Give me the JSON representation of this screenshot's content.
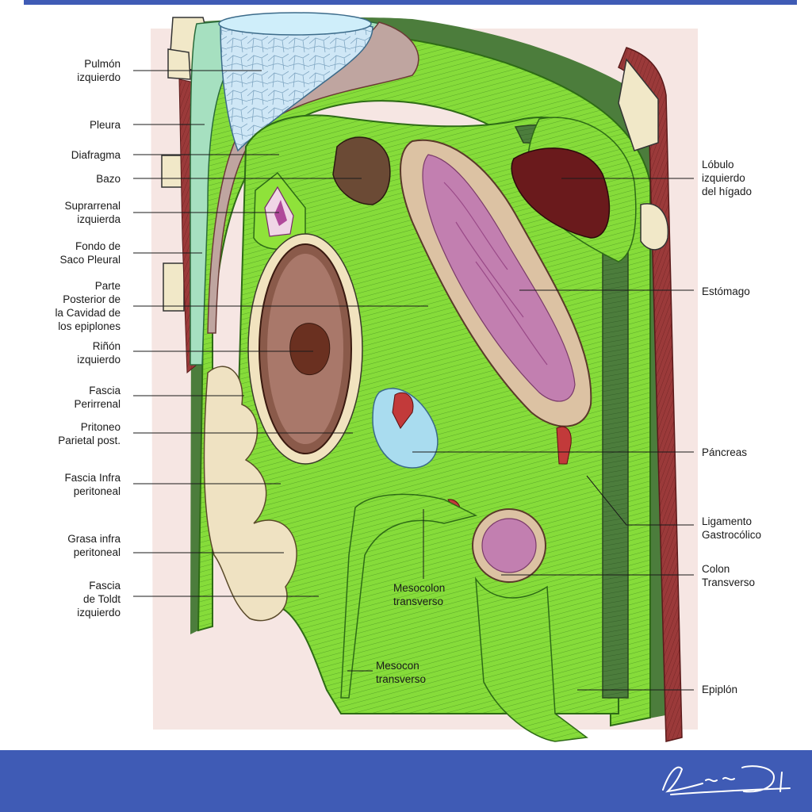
{
  "colors": {
    "frame_blue": "#3f5bb5",
    "fascia_green": "#8fe23a",
    "fascia_dark_green": "#4c7d3c",
    "muscle_red": "#9b3a3a",
    "kidney_brown": "#8a5a4a",
    "stomach_pink": "#c27fb0",
    "fat_cream": "#efe2c2",
    "lung_blue": "#c9e4f4",
    "pancreas_blue": "#a9dcef",
    "liver_maroon": "#6a1a1c",
    "spleen_brown": "#6b4a35"
  },
  "labels_left": [
    "Pulmón\nizquierdo",
    "Pleura",
    "Diafragma",
    "Bazo",
    "Suprarrenal\nizquierda",
    "Fondo de\nSaco Pleural",
    "Parte\nPosterior de\nla Cavidad de\nlos epiplones",
    "Riñón\nizquierdo",
    "Fascia\nPerirrenal",
    "Pritoneo\nParietal post.",
    "Fascia Infra\nperitoneal",
    "Grasa infra\nperitoneal",
    "Fascia\nde Toldt\nizquierdo"
  ],
  "labels_right": [
    "Lóbulo\nizquierdo\ndel hígado",
    "Estómago",
    "Páncreas",
    "Ligamento\nGastrocólico",
    "Colon\nTransverso",
    "Epiplón"
  ],
  "labels_center": [
    "Mesocolon\ntransverso",
    "Mesocon\ntransverso"
  ],
  "signature_text": "Luis David"
}
